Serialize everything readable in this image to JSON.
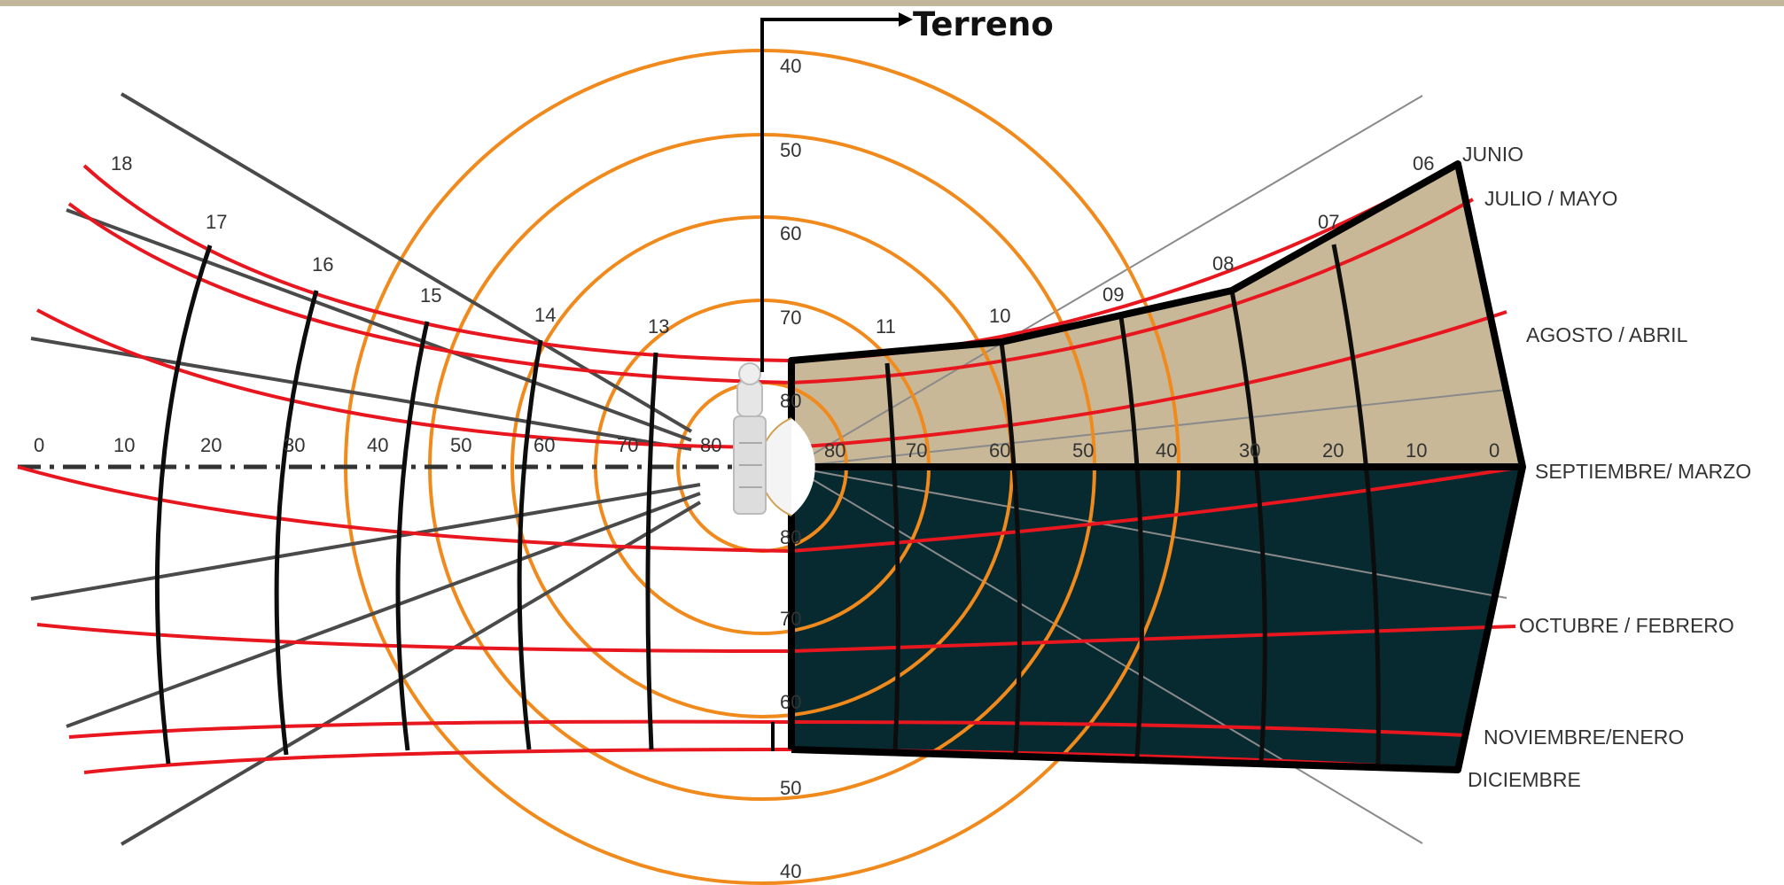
{
  "title": "Terreno",
  "colors": {
    "top_band": "#c2b79a",
    "fill_upper": "#c8b897",
    "fill_lower": "#062a30",
    "altitude_circles": "#f08a1c",
    "date_curves": "#e8161e",
    "hour_lines": "#0d0d0d",
    "azimuth_lines": "#4a4a4a",
    "thin_lines": "#8a8a8a"
  },
  "icons": [
    "person-figure-icon",
    "arrow-right-icon"
  ],
  "months": [
    "JUNIO",
    "JULIO / MAYO",
    "AGOSTO / ABRIL",
    "SEPTIEMBRE/ MARZO",
    "OCTUBRE / FEBRERO",
    "NOVIEMBRE/ENERO",
    "DICIEMBRE"
  ],
  "hours": [
    "18",
    "17",
    "16",
    "15",
    "14",
    "13",
    "11",
    "10",
    "09",
    "08",
    "07",
    "06"
  ],
  "altitude_top": [
    "40",
    "50",
    "60",
    "70",
    "80"
  ],
  "altitude_bottom": [
    "80",
    "70",
    "60",
    "50",
    "40"
  ],
  "axis_left": [
    "0",
    "10",
    "20",
    "30",
    "40",
    "50",
    "60",
    "70",
    "80"
  ],
  "axis_right": [
    "80",
    "70",
    "60",
    "50",
    "40",
    "30",
    "20",
    "10",
    "0"
  ]
}
